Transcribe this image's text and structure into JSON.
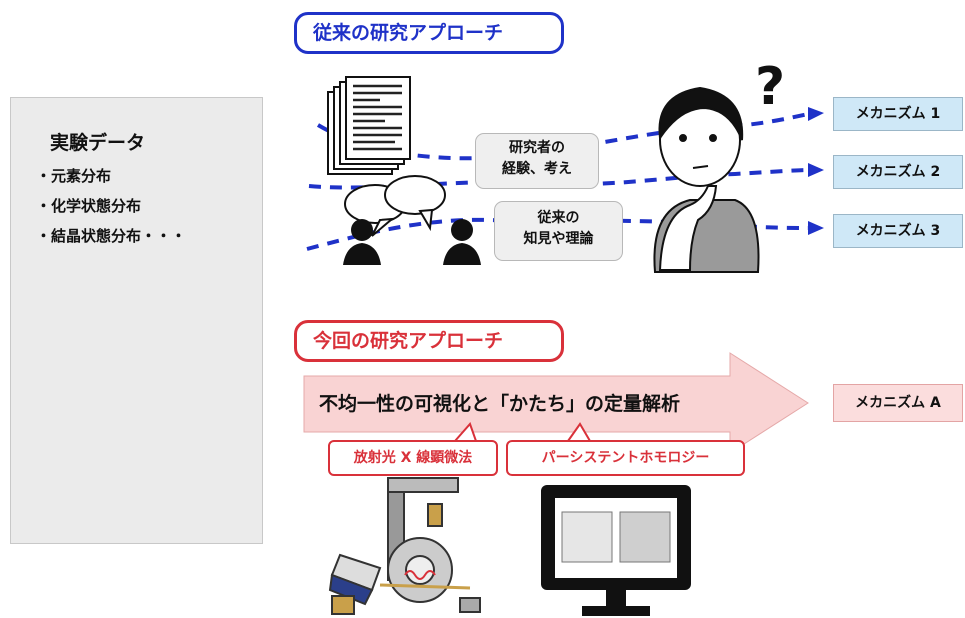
{
  "experimental_data": {
    "title": "実験データ",
    "items": [
      "・元素分布",
      "・化学状態分布",
      "・結晶状態分布・・・"
    ]
  },
  "conventional": {
    "title": "従来の研究アプローチ",
    "callout_experience": [
      "研究者の",
      "経験、考え"
    ],
    "callout_theory": [
      "従来の",
      "知見や理論"
    ],
    "question_mark": "?",
    "mechanisms": [
      "メカニズム 1",
      "メカニズム 2",
      "メカニズム 3"
    ]
  },
  "new_approach": {
    "title": "今回の研究アプローチ",
    "arrow_text": "不均一性の可視化と「かたち」の定量解析",
    "mechanism": "メカニズム A",
    "tags": [
      "放射光 X 線顕微法",
      "パーシステントホモロジー"
    ]
  },
  "colors": {
    "conventional": "#1f32c8",
    "new": "#d9313a",
    "mechanism_blue": "#cfe8f7",
    "mechanism_pink": "#fbdddd",
    "arrow_fill": "#f9d3d3"
  }
}
